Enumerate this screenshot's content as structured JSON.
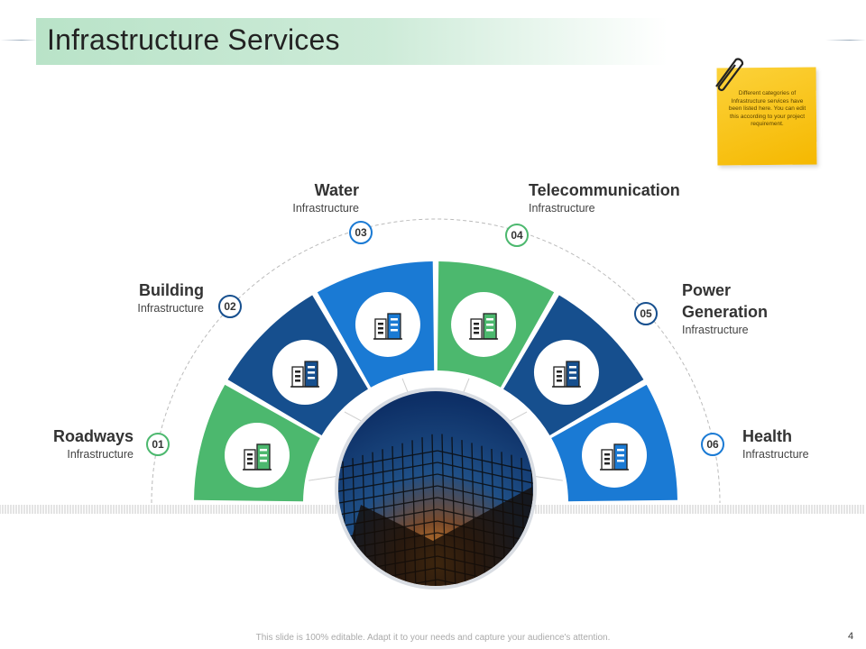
{
  "title": "Infrastructure Services",
  "note": {
    "text": "Different categories of Infrastructure services have been listed here. You can edit this according to your project requirement."
  },
  "colors": {
    "green": "#4cb86e",
    "dark_blue": "#164f8e",
    "blue": "#1a7ad4"
  },
  "items": [
    {
      "number": "01",
      "title": "Roadways",
      "subtitle": "Infrastructure",
      "icon": "city-map-icon",
      "color": "green"
    },
    {
      "number": "02",
      "title": "Building",
      "subtitle": "Infrastructure",
      "icon": "buildings-icon",
      "color": "dark_blue"
    },
    {
      "number": "03",
      "title": "Water",
      "subtitle": "Infrastructure",
      "icon": "water-tap-hand-icon",
      "color": "blue"
    },
    {
      "number": "04",
      "title": "Telecommunication",
      "subtitle": "Infrastructure",
      "icon": "satellite-dish-icon",
      "color": "green"
    },
    {
      "number": "05",
      "title": "Power",
      "title2": "Generation",
      "subtitle": "Infrastructure",
      "icon": "power-plant-icon",
      "color": "dark_blue"
    },
    {
      "number": "06",
      "title": "Health",
      "subtitle": "Infrastructure",
      "icon": "hospital-icon",
      "color": "blue"
    }
  ],
  "footer": "This slide is 100% editable. Adapt it to your needs and capture your audience's attention.",
  "page_number": "4"
}
